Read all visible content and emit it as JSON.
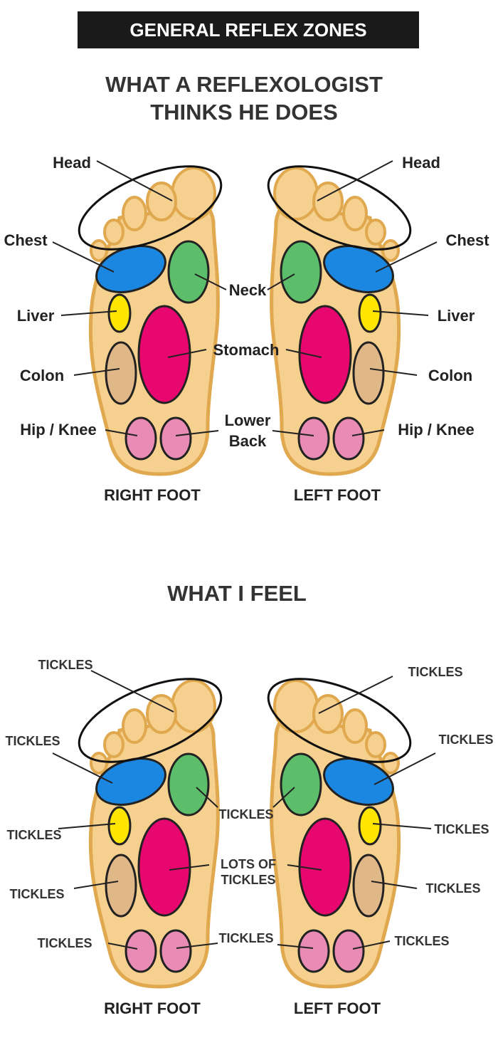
{
  "banner": {
    "text": "GENERAL REFLEX ZONES"
  },
  "section1": {
    "title_line1": "WHAT A REFLEXOLOGIST",
    "title_line2": "THINKS HE DOES",
    "labels": {
      "head_right": "Head",
      "head_left": "Head",
      "chest_right": "Chest",
      "chest_left": "Chest",
      "neck": "Neck",
      "liver_right": "Liver",
      "liver_left": "Liver",
      "stomach": "Stomach",
      "colon_right": "Colon",
      "colon_left": "Colon",
      "lower_back_line1": "Lower",
      "lower_back_line2": "Back",
      "hip_knee_right": "Hip / Knee",
      "hip_knee_left": "Hip / Knee"
    },
    "right_foot": "RIGHT FOOT",
    "left_foot": "LEFT FOOT"
  },
  "section2": {
    "title": "WHAT I FEEL",
    "labels": {
      "head_right": "TICKLES",
      "head_left": "TICKLES",
      "chest_right": "TICKLES",
      "chest_left": "TICKLES",
      "neck": "TICKLES",
      "liver_right": "TICKLES",
      "liver_left": "TICKLES",
      "stomach_line1": "LOTS OF",
      "stomach_line2": "TICKLES",
      "colon_right": "TICKLES",
      "colon_left": "TICKLES",
      "lower_back": "TICKLES",
      "hip_knee_right": "TICKLES",
      "hip_knee_left": "TICKLES"
    },
    "right_foot": "RIGHT FOOT",
    "left_foot": "LEFT FOOT"
  },
  "colors": {
    "skin": "#f6d08f",
    "skin_outline": "#e0a84f",
    "chest": "#1b87e0",
    "neck": "#5cbd6a",
    "liver": "#ffe600",
    "stomach": "#e8066f",
    "colon": "#e0b787",
    "hip_knee": "#e88bb5"
  }
}
